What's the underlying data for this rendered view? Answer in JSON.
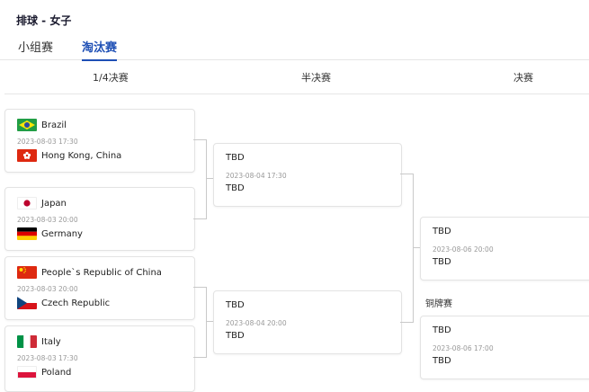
{
  "header": {
    "title": "排球 - 女子"
  },
  "tabs": [
    {
      "label": "小组赛",
      "active": false
    },
    {
      "label": "淘汰赛",
      "active": true
    }
  ],
  "rounds": [
    "1/4决赛",
    "半决赛",
    "决赛"
  ],
  "quarterfinals": [
    {
      "team1": "Brazil",
      "flag1": "brazil-flag-icon",
      "time": "2023-08-03 17:30",
      "team2": "Hong Kong, China",
      "flag2": "hong-kong-flag-icon"
    },
    {
      "team1": "Japan",
      "flag1": "japan-flag-icon",
      "time": "2023-08-03 20:00",
      "team2": "Germany",
      "flag2": "germany-flag-icon"
    },
    {
      "team1": "People`s Republic of China",
      "flag1": "china-flag-icon",
      "time": "2023-08-03 20:00",
      "team2": "Czech Republic",
      "flag2": "czech-flag-icon"
    },
    {
      "team1": "Italy",
      "flag1": "italy-flag-icon",
      "time": "2023-08-03 17:30",
      "team2": "Poland",
      "flag2": "poland-flag-icon"
    }
  ],
  "semifinals": [
    {
      "team1": "TBD",
      "time": "2023-08-04 17:30",
      "team2": "TBD"
    },
    {
      "team1": "TBD",
      "time": "2023-08-04 20:00",
      "team2": "TBD"
    }
  ],
  "final": {
    "team1": "TBD",
    "time": "2023-08-06 20:00",
    "team2": "TBD"
  },
  "bronze": {
    "label": "铜牌赛",
    "team1": "TBD",
    "time": "2023-08-06 17:00",
    "team2": "TBD"
  },
  "colors": {
    "accent": "#1e4fb5",
    "border": "#e3e3e3",
    "connector": "#c9c9c9"
  }
}
